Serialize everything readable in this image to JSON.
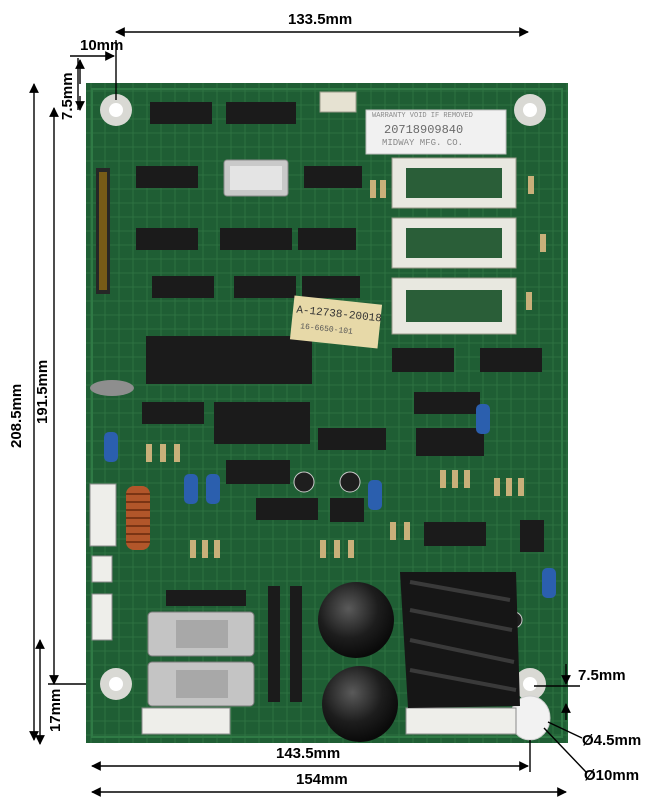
{
  "dimensions": {
    "width_top": "133.5mm",
    "left_offset": "10mm",
    "top_offset": "7.5mm",
    "height_overall": "208.5mm",
    "height_holes": "191.5mm",
    "bottom_left_offset": "17mm",
    "right_bottom_offset": "7.5mm",
    "hole_small_dia": "Ø4.5mm",
    "hole_large_dia": "Ø10mm",
    "width_holes_bottom": "143.5mm",
    "width_overall": "154mm"
  },
  "board": {
    "warranty_text": "WARRANTY VOID IF REMOVED",
    "serial_number": "20718909840",
    "manufacturer": "MIDWAY MFG. CO.",
    "part_label": "A-12738-20018",
    "sub_label": "16-6650-101"
  },
  "colors": {
    "pcb_green": "#1f5e34",
    "trace_green": "#4f9a5e",
    "chip_black": "#1b1b1b",
    "silkscreen": "#e9e9e2",
    "label_paper": "#e7d9a8"
  }
}
